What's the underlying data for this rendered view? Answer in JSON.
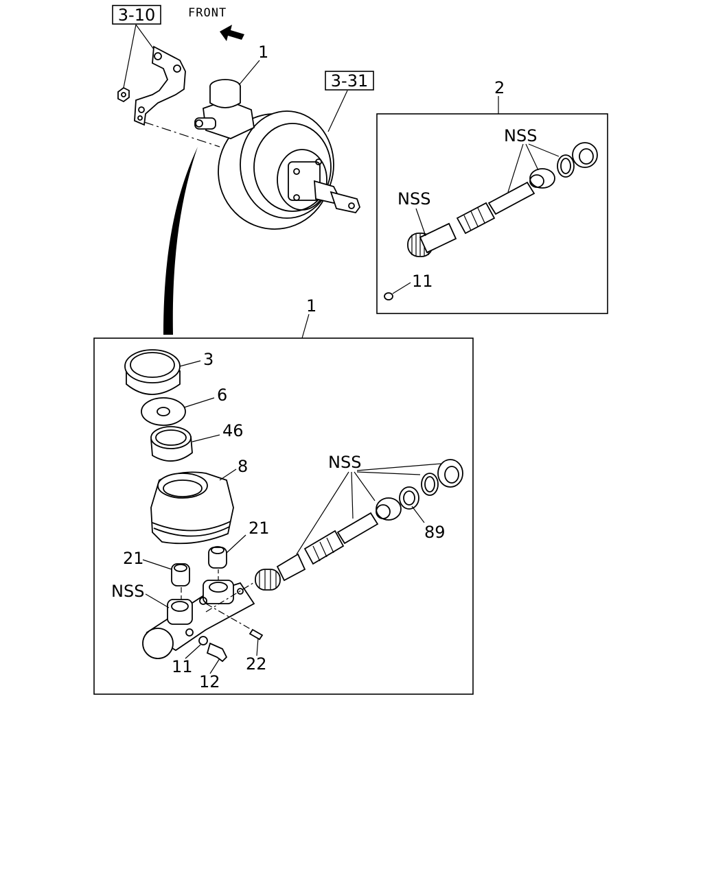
{
  "references": {
    "ref_3_10": "3-10",
    "ref_3_31": "3-31",
    "front": "FRONT"
  },
  "callouts": {
    "top_1": "1",
    "box2_title": "2",
    "box2_nss_upper": "NSS",
    "box2_nss_lower": "NSS",
    "box2_11": "11",
    "box1_title": "1",
    "b1_3": "3",
    "b1_6": "6",
    "b1_46": "46",
    "b1_8": "8",
    "b1_21_right": "21",
    "b1_21_left": "21",
    "b1_nss_right": "NSS",
    "b1_nss_left": "NSS",
    "b1_89": "89",
    "b1_11": "11",
    "b1_22": "22",
    "b1_12": "12"
  },
  "icons": {
    "front_arrow": "arrow-icon",
    "brake_booster": "brake-booster-icon",
    "master_cylinder": "master-cylinder-icon"
  }
}
